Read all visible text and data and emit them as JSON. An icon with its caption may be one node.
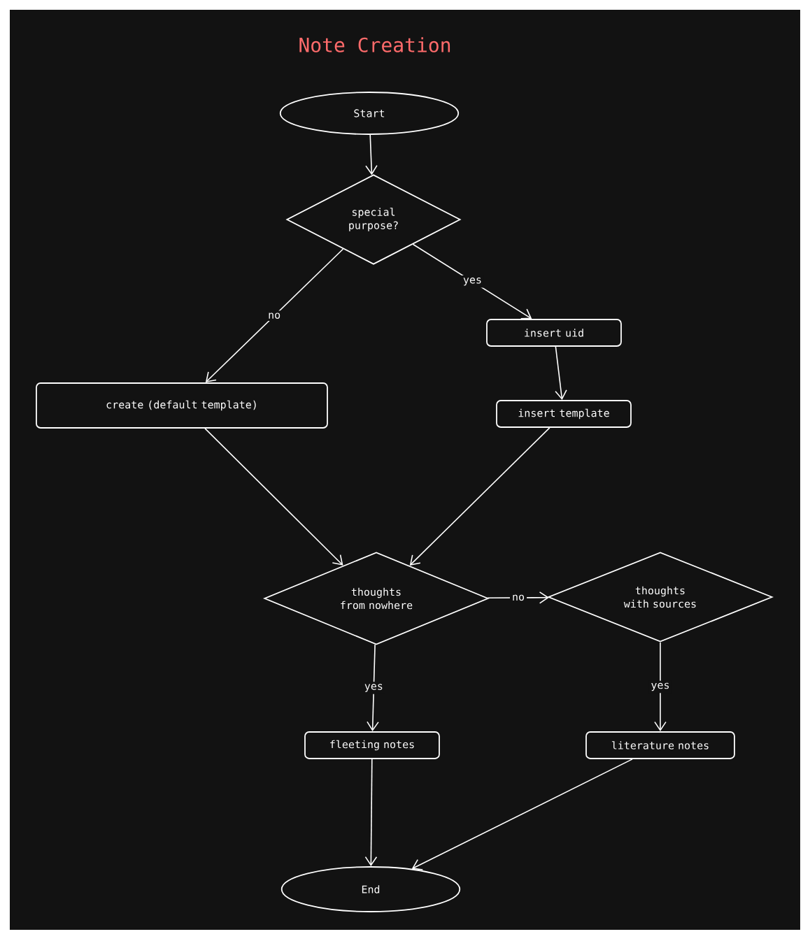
{
  "diagram": {
    "title": "Note Creation",
    "nodes": [
      {
        "text": [
          "Start"
        ]
      },
      {
        "text": [
          "special purpose?"
        ]
      },
      {
        "text": [
          "create (default template)"
        ]
      },
      {
        "text": [
          "insert uid"
        ]
      },
      {
        "text": [
          "insert template"
        ]
      },
      {
        "text": [
          "thoughts from nowhere"
        ]
      },
      {
        "text": [
          "thoughts with sources"
        ]
      },
      {
        "text": [
          "fleeting notes"
        ]
      },
      {
        "text": [
          "literature notes"
        ]
      },
      {
        "text": [
          "End"
        ]
      }
    ],
    "edges": [
      {
        "from": 0,
        "to": 1,
        "arrow": "to"
      },
      {
        "from": 1,
        "to": 2,
        "arrow": "to",
        "label": "no"
      },
      {
        "from": 1,
        "to": 3,
        "arrow": "to",
        "label": "yes"
      },
      {
        "from": 3,
        "to": 4,
        "arrow": "to"
      },
      {
        "from": 2,
        "to": 5,
        "arrow": "to"
      },
      {
        "from": 4,
        "to": 5,
        "arrow": "to"
      },
      {
        "from": 5,
        "to": 6,
        "arrow": "to",
        "label": "no"
      },
      {
        "from": 5,
        "to": 7,
        "arrow": "to",
        "label": "yes"
      },
      {
        "from": 6,
        "to": 8,
        "arrow": "to",
        "label": "yes"
      },
      {
        "from": 7,
        "to": 9,
        "arrow": "to"
      },
      {
        "from": 8,
        "to": 9,
        "arrow": "to"
      }
    ]
  }
}
